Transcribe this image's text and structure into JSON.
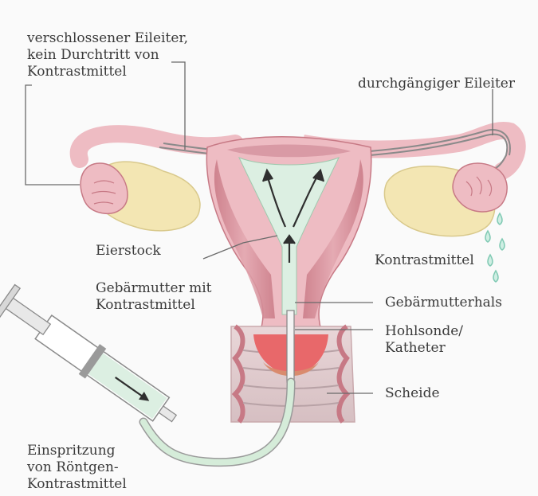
{
  "labels": {
    "closed_tube": [
      "verschlossener Eileiter,",
      "kein Durchtritt von",
      "Kontrastmittel"
    ],
    "open_tube": "durchgängiger Eileiter",
    "ovary": "Eierstock",
    "contrast": "Kontrastmittel",
    "uterus": [
      "Gebärmutter mit",
      "Kontrastmittel"
    ],
    "cervix": "Gebärmutterhals",
    "catheter": [
      "Hohlsonde/",
      "Katheter"
    ],
    "vagina": "Scheide",
    "injection": [
      "Einspritzung",
      "von Röntgen-",
      "Kontrastmittel"
    ]
  },
  "colors": {
    "muscle": "#d99aa5",
    "muscle_dark": "#c77985",
    "tissue": "#eebcc3",
    "contrast_fill": "#dcefe2",
    "ovary": "#f3e6b3",
    "tube": "#8a8a8a",
    "red_cervix": "#e8686a",
    "droplet": "#7fc9b3"
  }
}
